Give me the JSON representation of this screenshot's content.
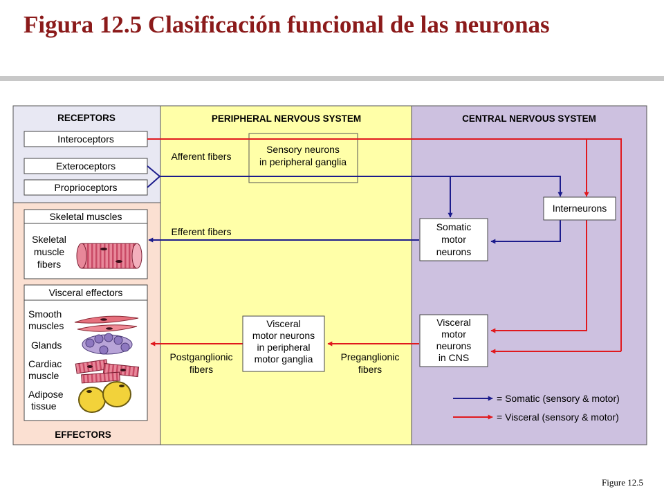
{
  "slide": {
    "title": "Figura 12.5  Clasificación funcional de las neuronas",
    "caption": "Figure 12.5"
  },
  "colors": {
    "somatic": "#1c1c8c",
    "visceral": "#e0191e",
    "receptors_bg": "#e8e8f3",
    "effectors_bg": "#fbe0d2",
    "pns_bg": "#ffffa8",
    "cns_bg": "#cdc1e0"
  },
  "diagram": {
    "receptors": {
      "header": "RECEPTORS",
      "items": [
        "Interoceptors",
        "Exteroceptors",
        "Proprioceptors"
      ]
    },
    "effectors": {
      "header": "EFFECTORS",
      "skeletal": {
        "title": "Skeletal muscles",
        "lines": [
          "Skeletal",
          "muscle",
          "fibers"
        ]
      },
      "visceral": {
        "title": "Visceral effectors",
        "items": [
          [
            "Smooth",
            "muscles"
          ],
          [
            "Glands"
          ],
          [
            "Cardiac",
            "muscle"
          ],
          [
            "Adipose",
            "tissue"
          ]
        ]
      }
    },
    "pns": {
      "header": "PERIPHERAL NERVOUS SYSTEM",
      "afferent": "Afferent fibers",
      "efferent": "Efferent fibers",
      "sensory": [
        "Sensory neurons",
        "in peripheral ganglia"
      ],
      "visceral_motor": [
        "Visceral",
        "motor neurons",
        "in peripheral",
        "motor ganglia"
      ],
      "postganglionic": [
        "Postganglionic",
        "fibers"
      ],
      "preganglionic": [
        "Preganglionic",
        "fibers"
      ]
    },
    "cns": {
      "header": "CENTRAL NERVOUS SYSTEM",
      "interneurons": "Interneurons",
      "somatic_motor": [
        "Somatic",
        "motor",
        "neurons"
      ],
      "visceral_motor": [
        "Visceral",
        "motor",
        "neurons",
        "in CNS"
      ]
    },
    "legend": {
      "somatic": "= Somatic (sensory & motor)",
      "visceral": "= Visceral (sensory & motor)"
    }
  }
}
